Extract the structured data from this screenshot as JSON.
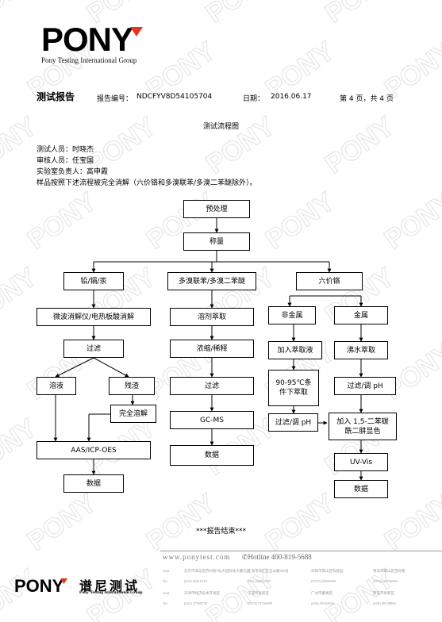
{
  "header": {
    "logo_word": "PONY",
    "logo_subtitle": "Pony Testing International Group",
    "report_title": "测试报告",
    "report_no_label": "报告编号：",
    "report_no": "NDCFYV8D54105704",
    "date_label": "日期：",
    "date": "2016.06.17",
    "page_info": "第 4 页，共 4 页"
  },
  "body": {
    "flow_title": "测试流程图",
    "tester": "测试人员：时晓杰",
    "reviewer": "审核人员：任宝国",
    "lab_head": "实验室负责人：高申霞",
    "instruction": "样品按照下述流程被完全消解（六价铬和多溴联苯/多溴二苯醚除外）。"
  },
  "flow": {
    "pretreatment": "预处理",
    "weighing": "称量",
    "branch_metals": "铅/镉/汞",
    "branch_pbb": "多溴联苯/多溴二苯醚",
    "branch_cr6": "六价铬",
    "digestion": "微波消解仪/电热板酸消解",
    "filter": "过滤",
    "solution": "溶液",
    "residue": "残渣",
    "complete_dissolution": "完全溶解",
    "aas": "AAS/ICP-OES",
    "data_metals": "数据",
    "solvent_extraction": "溶剂萃取",
    "concentrate": "浓缩/稀释",
    "filter_pbb": "过滤",
    "gcms": "GC-MS",
    "data_pbb": "数据",
    "non_metal": "非金属",
    "metal": "金属",
    "add_extract": "加入萃取液",
    "extract_cond": "90-95℃条件下萃取",
    "boil_extract": "沸水萃取",
    "filter_ph_left": "过滤/调 pH",
    "filter_ph_right": "过滤/调 pH",
    "add_reagent": "加入 1,5-二苯碳酰二肼显色",
    "uvvis": "UV-Vis",
    "data_cr6": "数据"
  },
  "end_note": "***报告结束***",
  "footer": {
    "website": "www.ponytest.com",
    "hotline": "Hotline 400-819-5688",
    "brand_cn": "谱尼测试",
    "brand_en": "Pony Testing International Group",
    "add_label": "Add:",
    "tel_label": "Tel:",
    "addr_row1": [
      "北京市海淀区苏州街3号大恒科技大厦北座",
      "上海市徐汇区宜山路889号",
      "深圳市南山区科技园",
      "青岛市崂山区苗岭路"
    ],
    "tel_row1": [
      "(010) 82819116",
      "(021) 64851999",
      "(0755) 26050909",
      "(0532) 88706866"
    ],
    "addr_row2": [
      "天津市经济技术开发区",
      "宁波市高新区",
      "广州市番禺区",
      "西安市高新区"
    ],
    "tel_row2": [
      "(022) 27968730",
      "(0574) 87766699",
      "(020) 39254558",
      "(029) 88338866"
    ]
  }
}
